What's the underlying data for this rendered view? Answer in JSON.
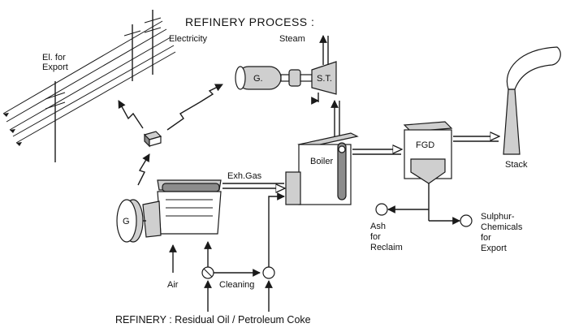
{
  "title": "REFINERY PROCESS :",
  "labels": {
    "electricity": "Electricity",
    "steam": "Steam",
    "el_export_1": "El. for",
    "el_export_2": "Export",
    "generator_gt": "G.",
    "steam_turbine": "S.T.",
    "exh_gas": "Exh.Gas",
    "boiler": "Boiler",
    "fgd": "FGD",
    "stack": "Stack",
    "generator": "G",
    "air": "Air",
    "cleaning": "Cleaning",
    "ash_1": "Ash",
    "ash_2": "for",
    "ash_3": "Reclaim",
    "sulphur_1": "Sulphur-",
    "sulphur_2": "Chemicals",
    "sulphur_3": "for",
    "sulphur_4": "Export"
  },
  "footer": "REFINERY : Residual Oil / Petroleum Coke",
  "colors": {
    "ink": "#1a1a1a",
    "shade": "#cfcfcf",
    "dark": "#8c8c8c"
  }
}
